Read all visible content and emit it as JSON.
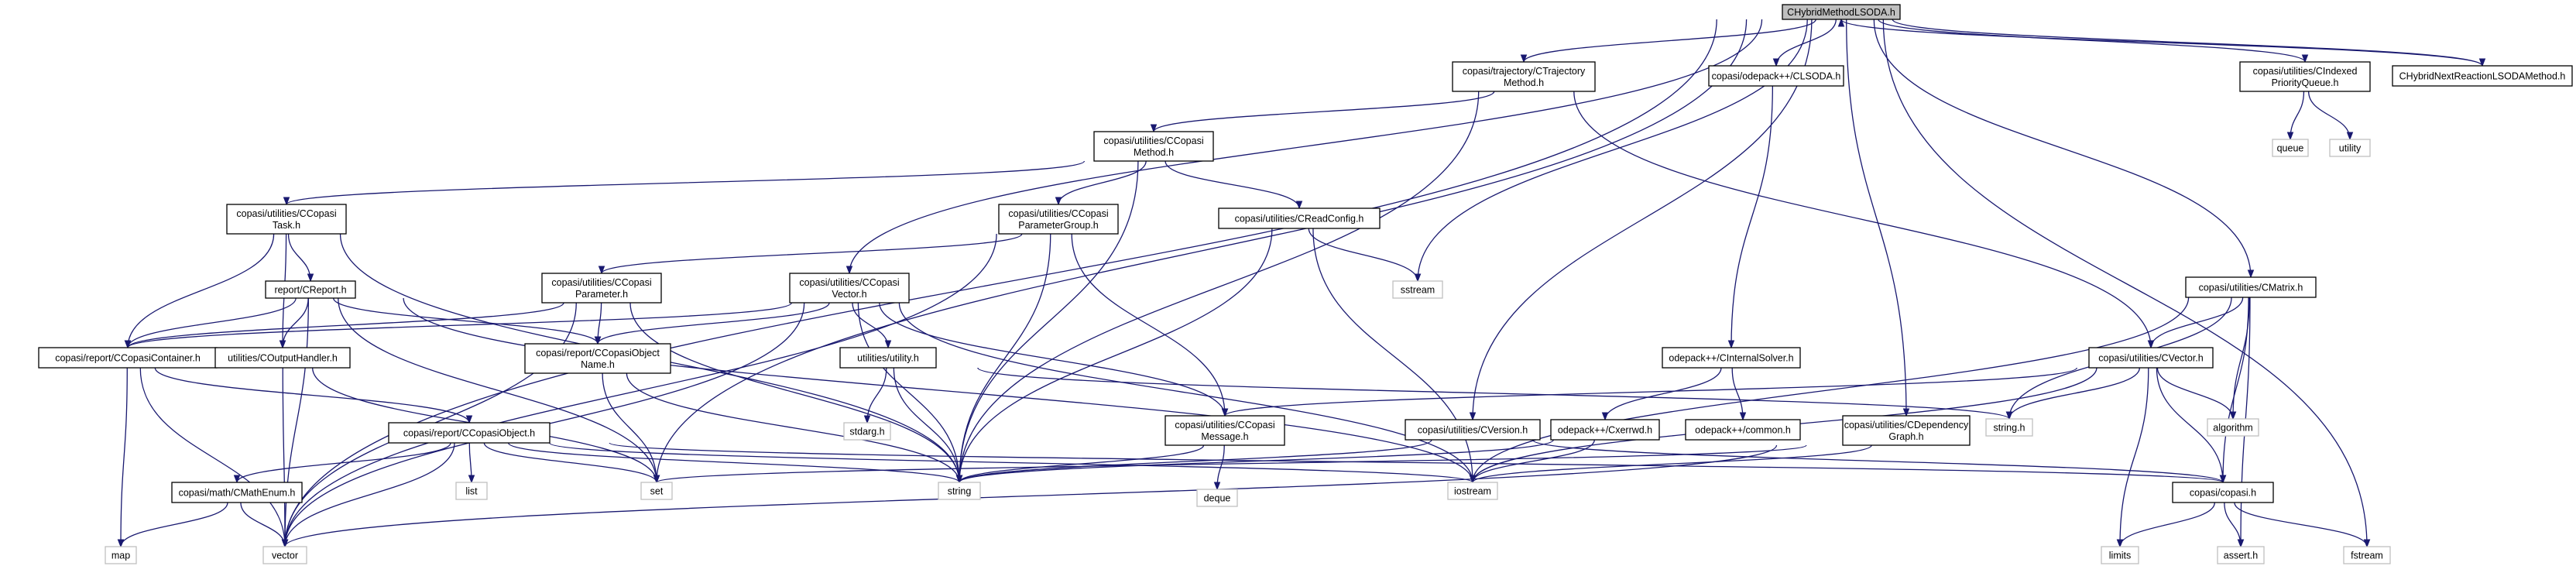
{
  "diagram": {
    "nodes": [
      {
        "id": "root",
        "lines": [
          "CHybridMethodLSODA.h"
        ],
        "style": "root"
      },
      {
        "id": "ctraj",
        "lines": [
          "copasi/trajectory/CTrajectory",
          "Method.h"
        ],
        "style": "normal"
      },
      {
        "id": "clsoda",
        "lines": [
          "copasi/odepack++/CLSODA.h"
        ],
        "style": "normal"
      },
      {
        "id": "cindexed",
        "lines": [
          "copasi/utilities/CIndexed",
          "PriorityQueue.h"
        ],
        "style": "normal"
      },
      {
        "id": "chybridnext",
        "lines": [
          "CHybridNextReactionLSODAMethod.h"
        ],
        "style": "normal"
      },
      {
        "id": "queue",
        "lines": [
          "queue"
        ],
        "style": "external"
      },
      {
        "id": "utility",
        "lines": [
          "utility"
        ],
        "style": "external"
      },
      {
        "id": "ccmethod",
        "lines": [
          "copasi/utilities/CCopasi",
          "Method.h"
        ],
        "style": "normal"
      },
      {
        "id": "cctask",
        "lines": [
          "copasi/utilities/CCopasi",
          "Task.h"
        ],
        "style": "normal"
      },
      {
        "id": "ccpgroup",
        "lines": [
          "copasi/utilities/CCopasi",
          "ParameterGroup.h"
        ],
        "style": "normal"
      },
      {
        "id": "creadconfig",
        "lines": [
          "copasi/utilities/CReadConfig.h"
        ],
        "style": "normal"
      },
      {
        "id": "sstream",
        "lines": [
          "sstream"
        ],
        "style": "external"
      },
      {
        "id": "creport",
        "lines": [
          "report/CReport.h"
        ],
        "style": "normal"
      },
      {
        "id": "ccparam",
        "lines": [
          "copasi/utilities/CCopasi",
          "Parameter.h"
        ],
        "style": "normal"
      },
      {
        "id": "ccvector",
        "lines": [
          "copasi/utilities/CCopasi",
          "Vector.h"
        ],
        "style": "normal"
      },
      {
        "id": "cmatrix",
        "lines": [
          "copasi/utilities/CMatrix.h"
        ],
        "style": "normal"
      },
      {
        "id": "ccontainer",
        "lines": [
          "copasi/report/CCopasiContainer.h"
        ],
        "style": "normal"
      },
      {
        "id": "coutput",
        "lines": [
          "utilities/COutputHandler.h"
        ],
        "style": "normal"
      },
      {
        "id": "ccobjname",
        "lines": [
          "copasi/report/CCopasiObject",
          "Name.h"
        ],
        "style": "normal"
      },
      {
        "id": "utilityh",
        "lines": [
          "utilities/utility.h"
        ],
        "style": "normal"
      },
      {
        "id": "cinternal",
        "lines": [
          "odepack++/CInternalSolver.h"
        ],
        "style": "normal"
      },
      {
        "id": "cvectorh",
        "lines": [
          "copasi/utilities/CVector.h"
        ],
        "style": "normal"
      },
      {
        "id": "ccmessage",
        "lines": [
          "copasi/utilities/CCopasi",
          "Message.h"
        ],
        "style": "normal"
      },
      {
        "id": "cversion",
        "lines": [
          "copasi/utilities/CVersion.h"
        ],
        "style": "normal"
      },
      {
        "id": "cxerm",
        "lines": [
          "odepack++/Cxerrwd.h"
        ],
        "style": "normal"
      },
      {
        "id": "common",
        "lines": [
          "odepack++/common.h"
        ],
        "style": "normal"
      },
      {
        "id": "cdepgraph",
        "lines": [
          "copasi/utilities/CDependency",
          "Graph.h"
        ],
        "style": "normal"
      },
      {
        "id": "stringh",
        "lines": [
          "string.h"
        ],
        "style": "external"
      },
      {
        "id": "algorithm",
        "lines": [
          "algorithm"
        ],
        "style": "external"
      },
      {
        "id": "stdargh",
        "lines": [
          "stdarg.h"
        ],
        "style": "external"
      },
      {
        "id": "ccobject",
        "lines": [
          "copasi/report/CCopasiObject.h"
        ],
        "style": "normal"
      },
      {
        "id": "list",
        "lines": [
          "list"
        ],
        "style": "external"
      },
      {
        "id": "set",
        "lines": [
          "set"
        ],
        "style": "external"
      },
      {
        "id": "string",
        "lines": [
          "string"
        ],
        "style": "external"
      },
      {
        "id": "iostream",
        "lines": [
          "iostream"
        ],
        "style": "external"
      },
      {
        "id": "deque",
        "lines": [
          "deque"
        ],
        "style": "external"
      },
      {
        "id": "copasih",
        "lines": [
          "copasi/copasi.h"
        ],
        "style": "normal"
      },
      {
        "id": "cmathenum",
        "lines": [
          "copasi/math/CMathEnum.h"
        ],
        "style": "normal"
      },
      {
        "id": "map",
        "lines": [
          "map"
        ],
        "style": "external"
      },
      {
        "id": "vector",
        "lines": [
          "vector"
        ],
        "style": "external"
      },
      {
        "id": "limits",
        "lines": [
          "limits"
        ],
        "style": "external"
      },
      {
        "id": "asserth",
        "lines": [
          "assert.h"
        ],
        "style": "external"
      },
      {
        "id": "fstream",
        "lines": [
          "fstream"
        ],
        "style": "external"
      }
    ],
    "edges": [
      [
        "root",
        "ctraj"
      ],
      [
        "root",
        "clsoda"
      ],
      [
        "root",
        "cindexed"
      ],
      [
        "root",
        "chybridnext"
      ],
      [
        "chybridnext",
        "root"
      ],
      [
        "root",
        "sstream"
      ],
      [
        "root",
        "ccvector"
      ],
      [
        "root",
        "cmatrix"
      ],
      [
        "root",
        "cversion"
      ],
      [
        "root",
        "cdepgraph"
      ],
      [
        "root",
        "set"
      ],
      [
        "root",
        "vector"
      ],
      [
        "root",
        "fstream"
      ],
      [
        "cindexed",
        "queue"
      ],
      [
        "cindexed",
        "utility"
      ],
      [
        "ctraj",
        "ccmethod"
      ],
      [
        "ctraj",
        "string"
      ],
      [
        "ctraj",
        "cvectorh"
      ],
      [
        "clsoda",
        "cinternal"
      ],
      [
        "ccmethod",
        "cctask"
      ],
      [
        "ccmethod",
        "ccpgroup"
      ],
      [
        "ccmethod",
        "creadconfig"
      ],
      [
        "ccmethod",
        "string"
      ],
      [
        "cctask",
        "creport"
      ],
      [
        "cctask",
        "ccontainer"
      ],
      [
        "cctask",
        "coutput"
      ],
      [
        "cctask",
        "string"
      ],
      [
        "ccpgroup",
        "ccparam"
      ],
      [
        "ccpgroup",
        "ccmessage"
      ],
      [
        "ccpgroup",
        "string"
      ],
      [
        "ccpgroup",
        "vector"
      ],
      [
        "creadconfig",
        "sstream"
      ],
      [
        "creadconfig",
        "string"
      ],
      [
        "creadconfig",
        "iostream"
      ],
      [
        "creport",
        "ccontainer"
      ],
      [
        "creport",
        "coutput"
      ],
      [
        "creport",
        "ccobjname"
      ],
      [
        "creport",
        "iostream"
      ],
      [
        "creport",
        "vector"
      ],
      [
        "creport",
        "set"
      ],
      [
        "ccparam",
        "ccontainer"
      ],
      [
        "ccparam",
        "ccobjname"
      ],
      [
        "ccparam",
        "string"
      ],
      [
        "ccparam",
        "vector"
      ],
      [
        "ccvector",
        "ccontainer"
      ],
      [
        "ccvector",
        "ccobjname"
      ],
      [
        "ccvector",
        "utilityh"
      ],
      [
        "ccvector",
        "ccmessage"
      ],
      [
        "ccvector",
        "string"
      ],
      [
        "ccvector",
        "iostream"
      ],
      [
        "ccvector",
        "vector"
      ],
      [
        "ccontainer",
        "ccobject"
      ],
      [
        "ccontainer",
        "map"
      ],
      [
        "ccontainer",
        "vector"
      ],
      [
        "coutput",
        "set"
      ],
      [
        "coutput",
        "vector"
      ],
      [
        "ccobjname",
        "string"
      ],
      [
        "ccobjname",
        "set"
      ],
      [
        "utilityh",
        "stdargh"
      ],
      [
        "utilityh",
        "string"
      ],
      [
        "utilityh",
        "stringh"
      ],
      [
        "ccobject",
        "list"
      ],
      [
        "ccobject",
        "set"
      ],
      [
        "ccobject",
        "string"
      ],
      [
        "ccobject",
        "iostream"
      ],
      [
        "ccobject",
        "cmathenum"
      ],
      [
        "ccobject",
        "vector"
      ],
      [
        "ccobject",
        "copasih"
      ],
      [
        "cmathenum",
        "map"
      ],
      [
        "cmathenum",
        "vector"
      ],
      [
        "ccmessage",
        "string"
      ],
      [
        "ccmessage",
        "deque"
      ],
      [
        "cversion",
        "string"
      ],
      [
        "cversion",
        "copasih"
      ],
      [
        "cinternal",
        "cxerm"
      ],
      [
        "cinternal",
        "common"
      ],
      [
        "cxerm",
        "string"
      ],
      [
        "cxerm",
        "iostream"
      ],
      [
        "cdepgraph",
        "iostream"
      ],
      [
        "cdepgraph",
        "set"
      ],
      [
        "cdepgraph",
        "vector"
      ],
      [
        "cmatrix",
        "cvectorh"
      ],
      [
        "cmatrix",
        "stringh"
      ],
      [
        "cmatrix",
        "algorithm"
      ],
      [
        "cmatrix",
        "iostream"
      ],
      [
        "cmatrix",
        "copasih"
      ],
      [
        "cmatrix",
        "asserth"
      ],
      [
        "cvectorh",
        "ccmessage"
      ],
      [
        "cvectorh",
        "stringh"
      ],
      [
        "cvectorh",
        "algorithm"
      ],
      [
        "cvectorh",
        "iostream"
      ],
      [
        "cvectorh",
        "limits"
      ],
      [
        "cvectorh",
        "copasih"
      ],
      [
        "copasih",
        "limits"
      ],
      [
        "copasih",
        "asserth"
      ],
      [
        "copasih",
        "fstream"
      ]
    ]
  }
}
